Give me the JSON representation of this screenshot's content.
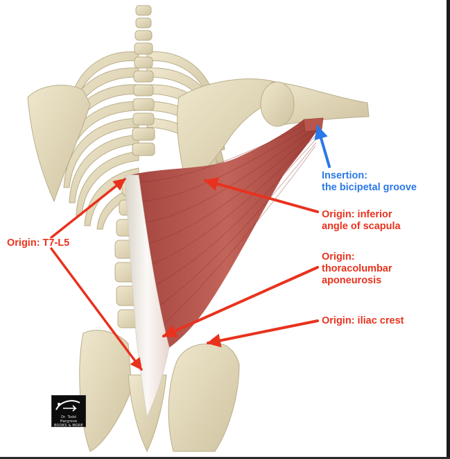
{
  "colors": {
    "origin_label": "#e8321e",
    "insertion_label": "#2b78e8",
    "muscle": "#b8564e",
    "bone": "#e6dcbf",
    "aponeurosis": "#f4f0ea"
  },
  "labels": {
    "insertion": {
      "line1": "Insertion:",
      "line2": "the bicipetal groove"
    },
    "inferior_angle": {
      "line1": "Origin: inferior",
      "line2": "angle of scapula"
    },
    "t7_l5": {
      "line1": "Origin: T7-L5"
    },
    "thoracolumbar": {
      "line1": "Origin:",
      "line2": "thoracolumbar",
      "line3": "aponeurosis"
    },
    "iliac_crest": {
      "line1": "Origin: iliac crest"
    }
  },
  "logo": {
    "icon": "logo-swoosh-icon",
    "text": "Dr. Todd Hargrove BOOKS & MORE"
  }
}
